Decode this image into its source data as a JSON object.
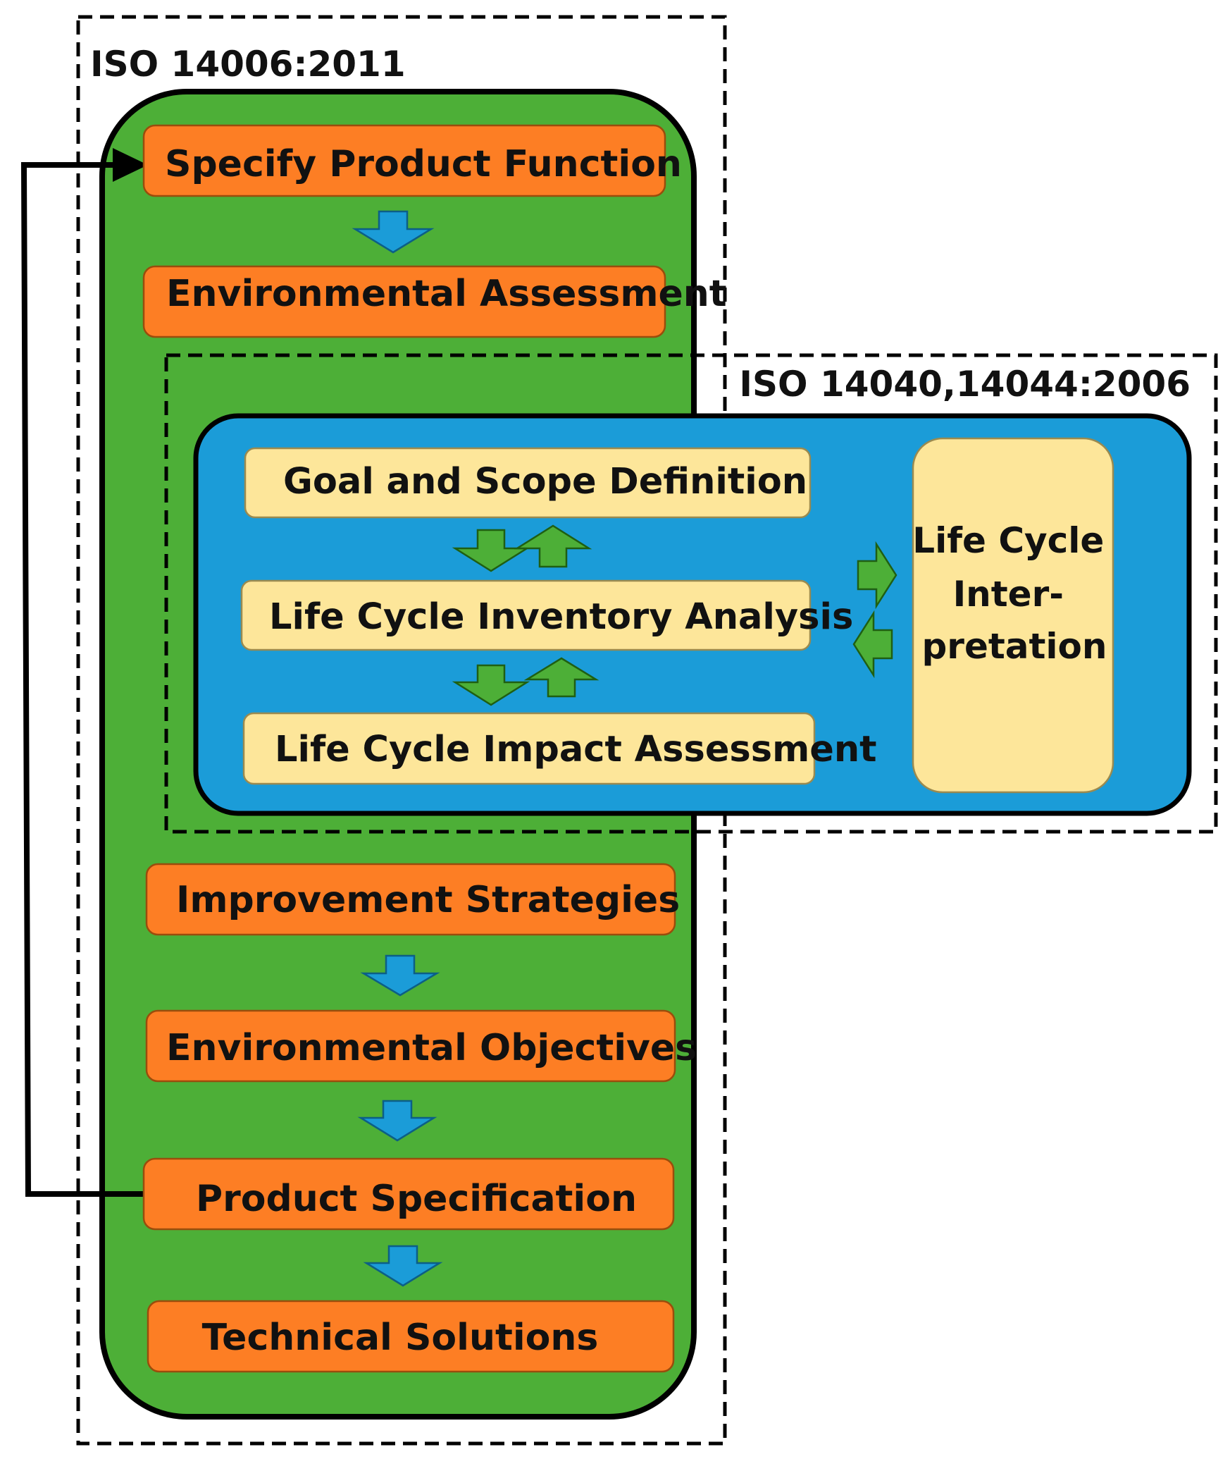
{
  "standards": {
    "outer": "ISO 14006:2011",
    "inner": "ISO 14040,14044:2006"
  },
  "steps": {
    "specify_function": "Specify Product Function",
    "environmental_assessment": "Environmental Assessment",
    "improvement_strategies": "Improvement Strategies",
    "environmental_objectives": "Environmental Objectives",
    "product_specification": "Product Specification",
    "technical_solutions": "Technical Solutions"
  },
  "lca": {
    "goal_scope": "Goal and Scope Definition",
    "inventory": "Life Cycle Inventory Analysis",
    "impact": "Life Cycle Impact Assessment",
    "interpretation": [
      "Life Cycle",
      "Inter-",
      "pretation"
    ]
  },
  "colors": {
    "green_panel": "#4daf37",
    "blue_panel": "#1b9cd8",
    "orange_box": "#fd7e24",
    "cream_box": "#fde69a",
    "blue_arrow": "#1b9cd8",
    "green_arrow": "#4daf37"
  }
}
